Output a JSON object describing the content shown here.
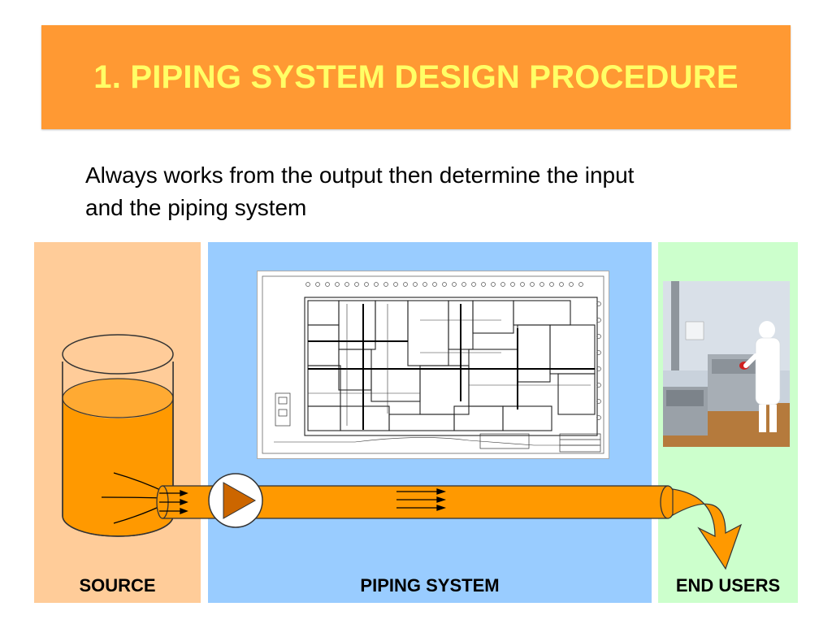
{
  "slide": {
    "title": "1. PIPING SYSTEM DESIGN PROCEDURE",
    "body_line1": "Always works from the output then determine the input",
    "body_line2": "and the piping system"
  },
  "panels": {
    "source_label": "SOURCE",
    "piping_label": "PIPING SYSTEM",
    "end_label": "END USERS"
  },
  "colors": {
    "title_bg": "#ff9933",
    "title_text": "#ffff66",
    "source_bg": "#ffcc99",
    "piping_bg": "#99ccff",
    "end_bg": "#ccffcc",
    "fluid": "#ff9900"
  }
}
